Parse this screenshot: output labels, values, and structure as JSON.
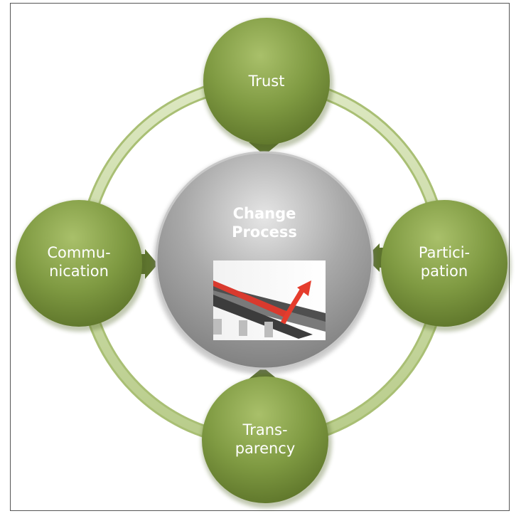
{
  "diagram": {
    "center": {
      "line1": "Change",
      "line2": "Process"
    },
    "nodes": {
      "top": {
        "line1": "Trust"
      },
      "left": {
        "line1": "Commu-",
        "line2": "nication"
      },
      "right": {
        "line1": "Partici-",
        "line2": "pation"
      },
      "bottom": {
        "line1": "Trans-",
        "line2": "parency"
      }
    }
  },
  "colors": {
    "node_green": "#77923c",
    "ring_green": "#c4d79b",
    "arrow_green": "#5f7530",
    "center_gray": "#a6a6a6"
  }
}
